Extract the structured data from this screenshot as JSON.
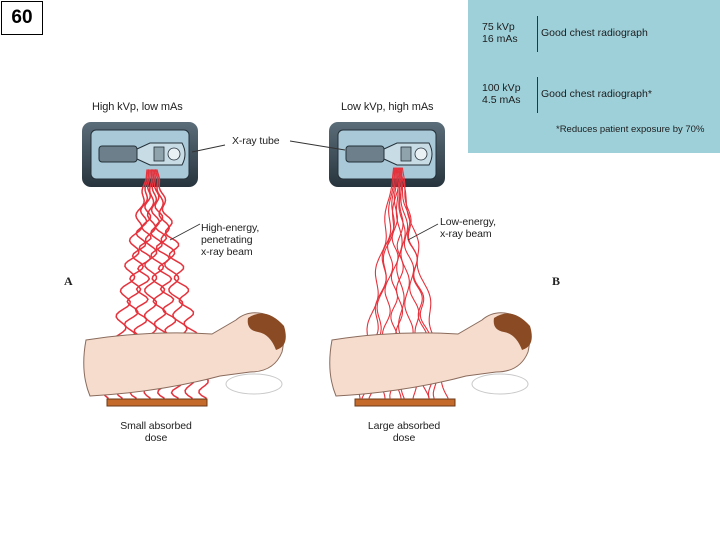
{
  "slide_number": "60",
  "panel_a": {
    "title": "High kVp, low mAs",
    "beam_label": [
      "High-energy,",
      "penetrating",
      "x-ray beam"
    ],
    "dose_label": [
      "Small absorbed",
      "dose"
    ],
    "letter": "A"
  },
  "panel_b": {
    "title": "Low kVp, high mAs",
    "beam_label": [
      "Low-energy,",
      "x-ray beam"
    ],
    "dose_label": [
      "Large absorbed",
      "dose"
    ],
    "letter": "B"
  },
  "tube_label": "X-ray tube",
  "info_panel": {
    "rows": [
      {
        "settings": [
          "75 kVp",
          "16 mAs"
        ],
        "result": "Good chest radiograph"
      },
      {
        "settings": [
          "100 kVp",
          "4.5 mAs"
        ],
        "result": "Good chest radiograph*"
      }
    ],
    "footnote": "*Reduces patient exposure by 70%"
  },
  "colors": {
    "beam": "#e5323c",
    "tube_body": "#3a4b57",
    "tube_window": "#a9c9d8",
    "skin": "#f6dccd",
    "hair": "#8a4a24",
    "table": "#c46a2a",
    "info_bg": "#9ed0da"
  }
}
